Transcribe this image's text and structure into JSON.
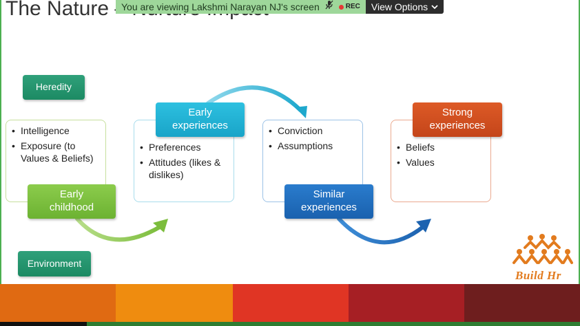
{
  "slide": {
    "title": "The Nature – Nurture Impact",
    "heredity_label": "Heredity",
    "environment_label": "Environment"
  },
  "banner": {
    "text": "You are viewing Lakshmi Narayan NJ's screen",
    "rec_label": "REC",
    "view_options_label": "View Options"
  },
  "stages": [
    {
      "label": "Early childhood",
      "label_lines": [
        "Early",
        "childhood"
      ],
      "items": [
        "Intelligence",
        "Exposure (to Values & Beliefs)"
      ]
    },
    {
      "label": "Early experiences",
      "label_lines": [
        "Early",
        "experiences"
      ],
      "items": [
        "Preferences",
        "Attitudes (likes & dislikes)"
      ]
    },
    {
      "label": "Similar experiences",
      "label_lines": [
        "Similar",
        "experiences"
      ],
      "items": [
        "Conviction",
        "Assumptions"
      ]
    },
    {
      "label": "Strong experiences",
      "label_lines": [
        "Strong",
        "experiences"
      ],
      "items": [
        "Beliefs",
        "Values"
      ]
    }
  ],
  "logo": {
    "text": "Build Hr"
  },
  "colors": {
    "green_pill": "#1c8a63",
    "lime": "#6cb232",
    "cyan": "#19a4c8",
    "blue": "#1a61ae",
    "orange": "#c4451a",
    "footer": [
      "#e06a12",
      "#ef8c0f",
      "#e03524",
      "#a61f24",
      "#6e1e1e"
    ]
  },
  "icons": {
    "mic": "mic-muted-icon",
    "chevron": "chevron-down-icon",
    "rec": "rec-dot-icon"
  }
}
